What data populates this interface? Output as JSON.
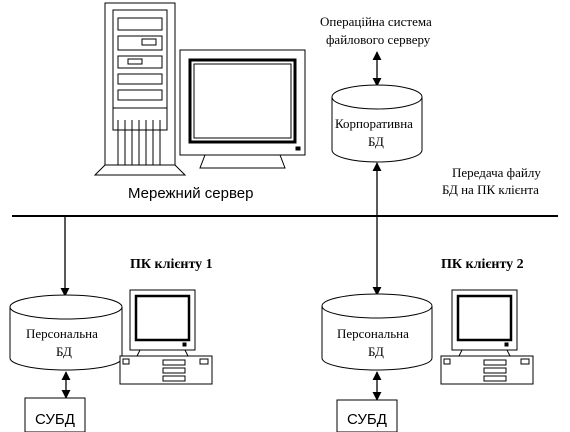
{
  "server": {
    "label": "Мережний сервер"
  },
  "os_label": {
    "line1": "Операційна система",
    "line2": "файлового серверу"
  },
  "corporate_db": {
    "line1": "Корпоративна",
    "line2": "БД"
  },
  "transfer_label": {
    "line1": "Передача файлу",
    "line2": "БД на ПК клієнта"
  },
  "client1": {
    "title": "ПК клієнту 1",
    "db_line1": "Персональна",
    "db_line2": "БД",
    "dbms": "СУБД"
  },
  "client2": {
    "title": "ПК клієнту 2",
    "db_line1": "Персональна",
    "db_line2": "БД",
    "dbms": "СУБД"
  }
}
